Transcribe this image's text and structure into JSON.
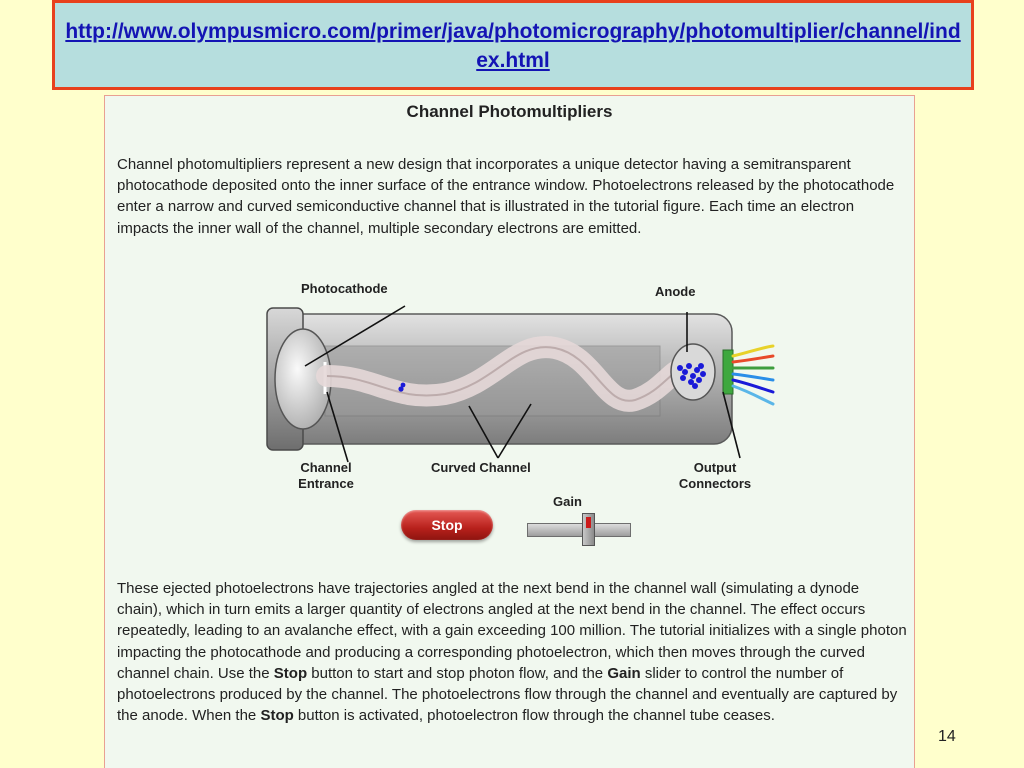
{
  "header": {
    "url": "http://www.olympusmicro.com/primer/java/photomicrography/photomultiplier/channel/index.html"
  },
  "page": {
    "title": "Channel Photomultipliers",
    "paragraph_1": "Channel photomultipliers represent a new design that incorporates a unique detector having a semitransparent photocathode deposited onto the inner surface of the entrance window. Photoelectrons released by the photocathode enter a narrow and curved semiconductive channel that is illustrated in the tutorial figure. Each time an electron impacts the inner wall of the channel, multiple secondary electrons are emitted.",
    "paragraph_2": {
      "part1": "These ejected photoelectrons have trajectories angled at the next bend in the channel wall (simulating a dynode chain), which in turn emits a larger quantity of electrons angled at the next bend in the channel. The effect occurs repeatedly, leading to an avalanche effect, with a gain exceeding 100 million. The tutorial initializes with a single photon impacting the photocathode and producing a corresponding photoelectron, which then moves through the curved channel chain. Use the ",
      "bold1": "Stop",
      "part2": " button to start and stop photon flow, and the ",
      "bold2": "Gain",
      "part3": " slider to control the number of photoelectrons produced by the channel. The photoelectrons flow through the channel and eventually are captured by the anode. When the ",
      "bold3": "Stop",
      "part4": " button is activated, photoelectron flow through the channel tube ceases."
    }
  },
  "figure": {
    "labels": {
      "photocathode": "Photocathode",
      "anode": "Anode",
      "channel_entrance_1": "Channel",
      "channel_entrance_2": "Entrance",
      "curved_channel": "Curved Channel",
      "output_connectors_1": "Output",
      "output_connectors_2": "Connectors"
    }
  },
  "controls": {
    "stop_label": "Stop",
    "gain_label": "Gain",
    "gain_level": 0.6
  },
  "footer": {
    "page_number": "14"
  },
  "colors": {
    "background": "#ffffcc",
    "url_box": "#b6dede",
    "url_border": "#e8401c",
    "link": "#1414b4",
    "stop_button": "#b8211c",
    "electrons": "#1a1ad8"
  }
}
